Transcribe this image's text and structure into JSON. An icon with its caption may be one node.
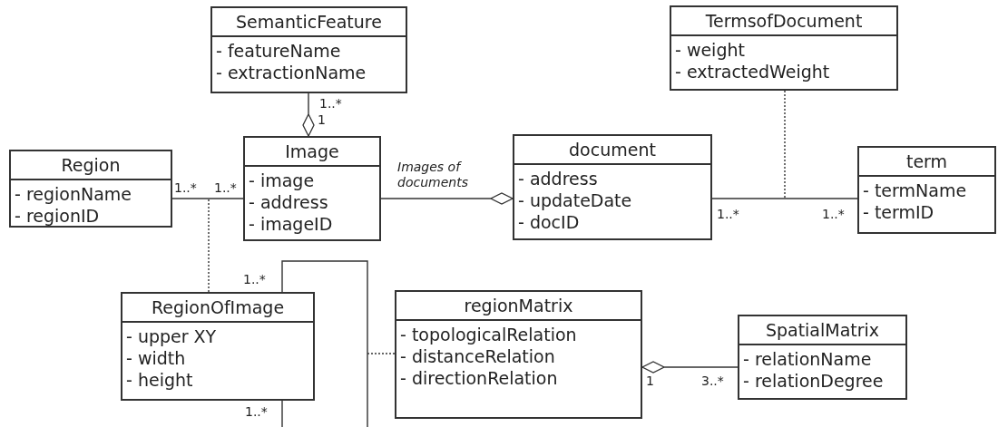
{
  "diagram": {
    "nodes": [
      {
        "text": [
          "SemanticFeature",
          "- featureName",
          "- extractionName"
        ]
      },
      {
        "text": [
          "TermsofDocument",
          "- weight",
          "- extractedWeight"
        ]
      },
      {
        "text": [
          "Region",
          "- regionName",
          "- regionID"
        ]
      },
      {
        "text": [
          "Image",
          "- image",
          "- address",
          "- imageID"
        ]
      },
      {
        "text": [
          "document",
          "- address",
          "- updateDate",
          "- docID"
        ]
      },
      {
        "text": [
          "term",
          "- termName",
          "- termID"
        ]
      },
      {
        "text": [
          "RegionOfImage",
          "- upper XY",
          "- width",
          "- height"
        ]
      },
      {
        "text": [
          "regionMatrix",
          "- topologicalRelation",
          "- distanceRelation",
          "- directionRelation"
        ]
      },
      {
        "text": [
          "SpatialMatrix",
          "- relationName",
          "- relationDegree"
        ]
      }
    ],
    "edges": [
      {
        "from": 0,
        "to": 3,
        "arrow": "other"
      },
      {
        "from": 2,
        "to": 3,
        "arrow": "none"
      },
      {
        "from": 6,
        "to": null,
        "arrow": "none",
        "style": "dashed"
      },
      {
        "from": 3,
        "to": 4,
        "arrow": "other",
        "label": "Images of documents"
      },
      {
        "from": 4,
        "to": 5,
        "arrow": "none"
      },
      {
        "from": 1,
        "to": null,
        "arrow": "none",
        "style": "dashed"
      },
      {
        "from": 6,
        "to": 6,
        "arrow": "none"
      },
      {
        "from": 7,
        "to": null,
        "arrow": "none",
        "style": "dashed"
      },
      {
        "from": 8,
        "to": 7,
        "arrow": "other"
      }
    ],
    "labels": [
      "1..*",
      "1",
      "1..*",
      "1..*",
      "1..*",
      "1..*",
      "1..*",
      "1",
      "3..*",
      "1..*"
    ]
  }
}
